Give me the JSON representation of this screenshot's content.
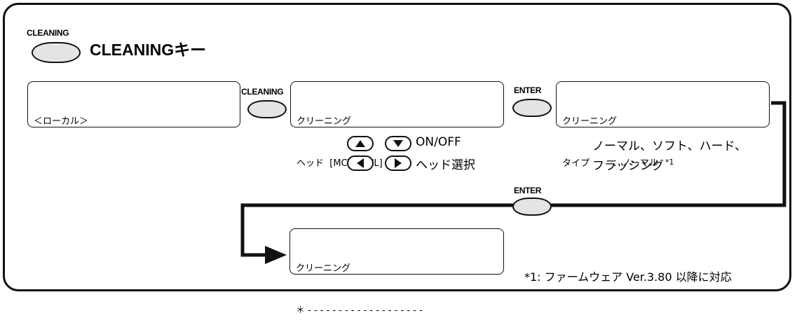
{
  "title": {
    "key_caption": "CLEANING",
    "text": "CLEANINGキー"
  },
  "screens": {
    "local": {
      "line1": "＜ローカル＞",
      "line2": ""
    },
    "head_select": {
      "line1": "クリーニング",
      "line2": "ヘッド  [MCYKWCL]"
    },
    "type_select": {
      "line1": "クリーニング",
      "line2": "タイプ        ：ノーマル"
    },
    "progress": {
      "line1": "クリーニング",
      "line2": "＊ - - - - - - - - - - - - - - - - - - -"
    }
  },
  "keys": {
    "cleaning_caption": "CLEANING",
    "enter_caption_1": "ENTER",
    "enter_caption_2": "ENTER"
  },
  "controls": {
    "updown_label": "ON/OFF",
    "leftright_label": "ヘッド選択",
    "up_icon": "up-triangle",
    "down_icon": "down-triangle",
    "left_icon": "left-triangle",
    "right_icon": "right-triangle"
  },
  "type_options": {
    "line1": "ノーマル、ソフト、ハード、",
    "line2": "フラッシング",
    "note_ref": "*1"
  },
  "footnote": "*1: ファームウェア Ver.3.80 以降に対応"
}
